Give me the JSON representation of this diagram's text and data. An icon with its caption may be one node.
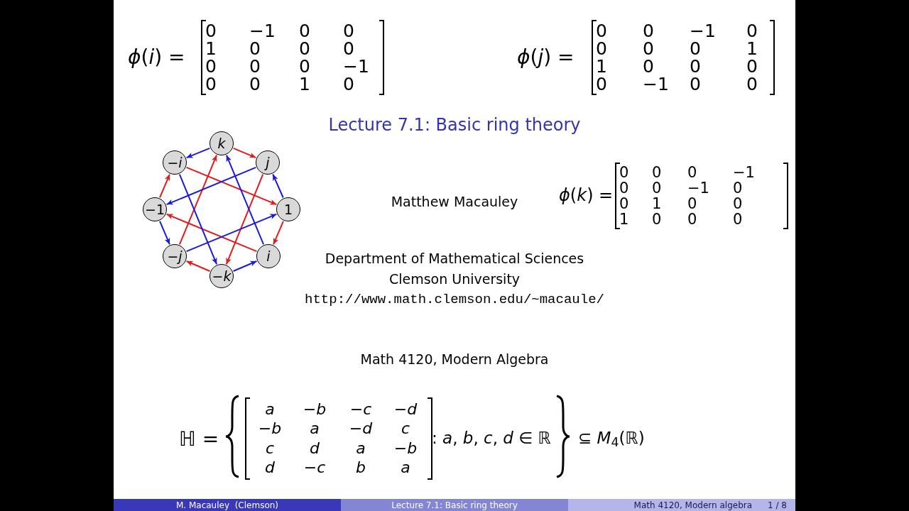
{
  "diagram": {
    "title": "Lecture 7.1: Basic ring theory",
    "nodes": [
      {
        "text": [
          "*k*"
        ]
      },
      {
        "text": [
          "*j*"
        ]
      },
      {
        "text": [
          "1"
        ]
      },
      {
        "text": [
          "*i*"
        ]
      },
      {
        "text": [
          "−*k*"
        ]
      },
      {
        "text": [
          "−*j*"
        ]
      },
      {
        "text": [
          "−1"
        ]
      },
      {
        "text": [
          "−*i*"
        ]
      }
    ],
    "edges": [
      {
        "from": 0,
        "to": 1,
        "arrow": "to",
        "color": "#e41a1c"
      },
      {
        "from": 2,
        "to": 3,
        "arrow": "to",
        "color": "#e41a1c"
      },
      {
        "from": 4,
        "to": 5,
        "arrow": "to",
        "color": "#e41a1c"
      },
      {
        "from": 6,
        "to": 7,
        "arrow": "to",
        "color": "#e41a1c"
      },
      {
        "from": 7,
        "to": 2,
        "arrow": "to",
        "color": "#e41a1c"
      },
      {
        "from": 3,
        "to": 6,
        "arrow": "to",
        "color": "#e41a1c"
      },
      {
        "from": 5,
        "to": 0,
        "arrow": "to",
        "color": "#e41a1c"
      },
      {
        "from": 1,
        "to": 4,
        "arrow": "to",
        "color": "#e41a1c"
      },
      {
        "from": 0,
        "to": 7,
        "arrow": "to",
        "color": "#1a1ae0"
      },
      {
        "from": 2,
        "to": 1,
        "arrow": "to",
        "color": "#1a1ae0"
      },
      {
        "from": 4,
        "to": 3,
        "arrow": "to",
        "color": "#1a1ae0"
      },
      {
        "from": 6,
        "to": 5,
        "arrow": "to",
        "color": "#1a1ae0"
      },
      {
        "from": 1,
        "to": 6,
        "arrow": "to",
        "color": "#1a1ae0"
      },
      {
        "from": 5,
        "to": 2,
        "arrow": "to",
        "color": "#1a1ae0"
      },
      {
        "from": 3,
        "to": 0,
        "arrow": "to",
        "color": "#1a1ae0"
      },
      {
        "from": 7,
        "to": 4,
        "arrow": "to",
        "color": "#1a1ae0"
      }
    ],
    "labels": [
      "*ϕ*(*i*) =",
      "0",
      "−1",
      "0",
      "0",
      "1",
      "0",
      "0",
      "0",
      "0",
      "0",
      "0",
      "−1",
      "0",
      "0",
      "1",
      "0",
      "*ϕ*(*j*) =",
      "0",
      "0",
      "−1",
      "0",
      "0",
      "0",
      "0",
      "1",
      "1",
      "0",
      "0",
      "0",
      "0",
      "−1",
      "0",
      "0",
      "Matthew Macauley",
      "*ϕ*(*k*) =",
      "0",
      "0",
      "0",
      "−1",
      "0",
      "0",
      "−1",
      "0",
      "0",
      "1",
      "0",
      "0",
      "1",
      "0",
      "0",
      "0",
      "Department of Mathematical Sciences",
      "Clemson University",
      "http://www.math.clemson.edu/~macaule/",
      "Math 4120, Modern Algebra",
      "ℍ =",
      "*a*",
      "−*b*",
      "−*c*",
      "−*d*",
      "−*b*",
      "*a*",
      "−*d*",
      "*c*",
      "*c*",
      "*d*",
      "*a*",
      "−*b*",
      "*d*",
      "−*c*",
      "*b*",
      "*a*",
      ": *a*, *b*, *c*, *d* ∈ ℝ",
      "⊆ *M*$_{4}$(ℝ)",
      "M. Macauley  (Clemson)",
      "Lecture 7.1: Basic ring theory",
      "Math 4120, Modern algebra",
      "1 / 8"
    ]
  }
}
